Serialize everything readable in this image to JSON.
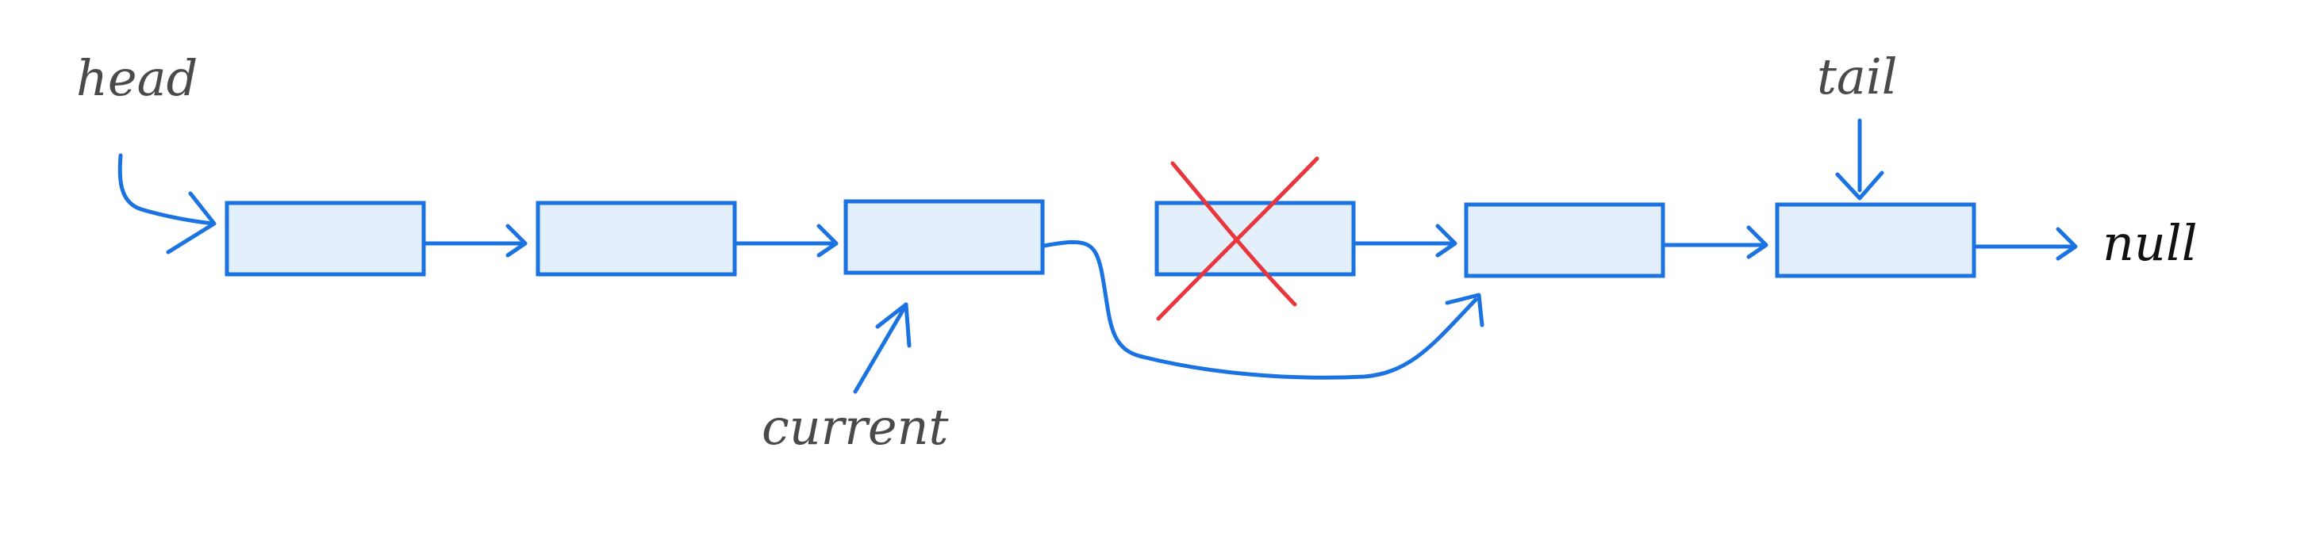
{
  "diagram": {
    "labels": {
      "head": "head",
      "tail": "tail",
      "current": "current",
      "null": "null"
    },
    "node_count": 6,
    "deleted_node_index": 3,
    "current_node_index": 2,
    "head_node_index": 0,
    "tail_node_index": 5
  },
  "colors": {
    "node_fill": "#e3f0fc",
    "node_stroke": "#1a73e0",
    "arrow": "#1a73e0",
    "deleted_mark": "#e8363c",
    "label_text": "#4a4a4a",
    "null_text": "#111111"
  }
}
